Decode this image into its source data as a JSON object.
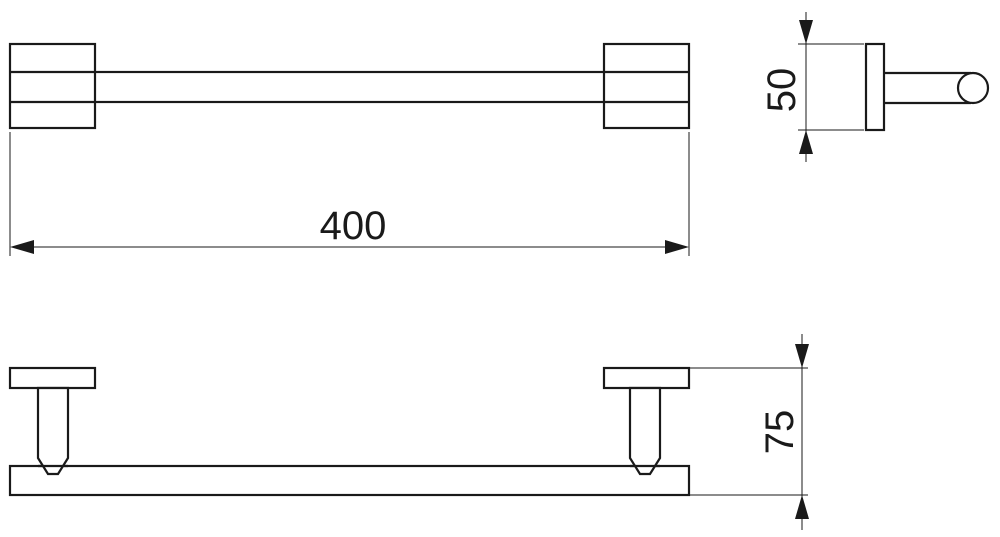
{
  "dimensions": {
    "length": "400",
    "depth": "50",
    "projection": "75"
  }
}
